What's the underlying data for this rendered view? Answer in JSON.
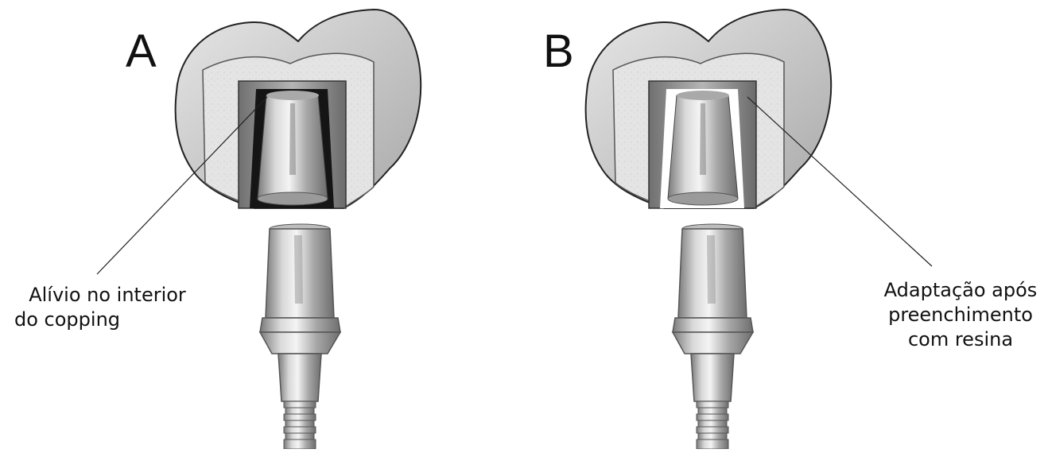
{
  "panels": [
    {
      "letter": "A",
      "caption_lines": [
        "Alívio no interior",
        "do copping"
      ]
    },
    {
      "letter": "B",
      "caption_lines": [
        "Adaptação após",
        "preenchimento",
        "com resina"
      ]
    }
  ],
  "colors": {
    "text": "#111111",
    "crown_shell": "#d0d0d0",
    "crown_inner": "#e2e2e2",
    "coping": "#8c8c8c",
    "relief_gap": "#151515",
    "resin_fill": "#ffffff",
    "abutment": "#c9c9c9"
  }
}
